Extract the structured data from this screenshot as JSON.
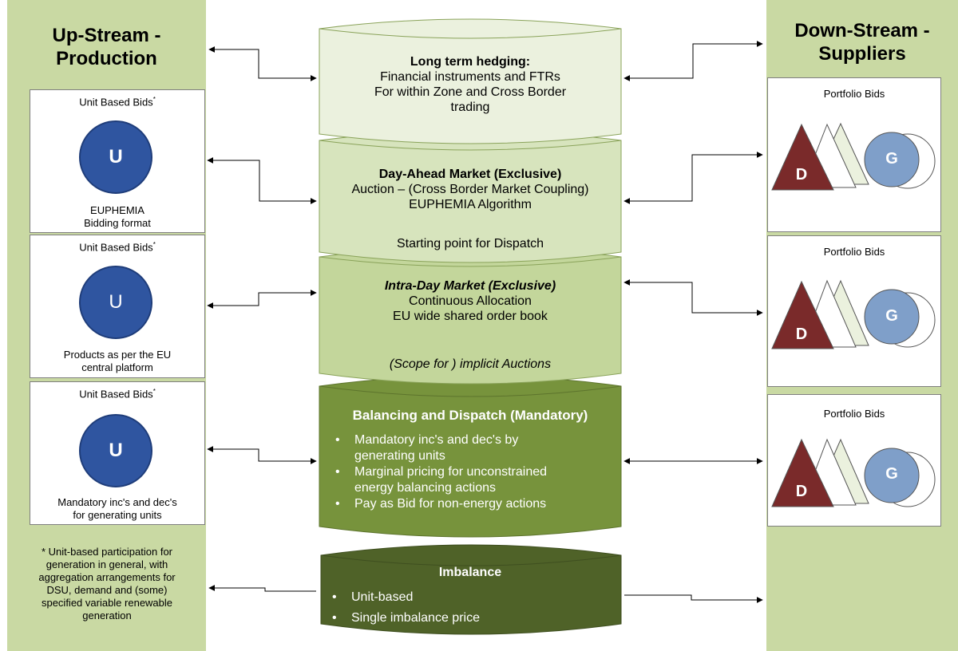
{
  "upstream": {
    "title_line1": "Up-Stream -",
    "title_line2": "Production",
    "boxes": [
      {
        "heading": "Unit Based Bids",
        "marker": "*",
        "glyph": "U",
        "footer_line1": "EUPHEMIA",
        "footer_line2": "Bidding format"
      },
      {
        "heading": "Unit Based Bids",
        "marker": "*",
        "glyph": "U",
        "footer_line1": "Products as per the EU",
        "footer_line2": "central platform"
      },
      {
        "heading": "Unit Based Bids",
        "marker": "*",
        "glyph": "U",
        "footer_line1": "Mandatory inc's and dec's",
        "footer_line2": "for generating units"
      }
    ],
    "note_lines": [
      "* Unit-based participation for",
      "generation in general, with",
      "aggregation arrangements for",
      "DSU, demand and (some)",
      "specified variable renewable",
      "generation"
    ]
  },
  "downstream": {
    "title_line1": "Down-Stream -",
    "title_line2": "Suppliers",
    "boxes": [
      {
        "heading": "Portfolio Bids",
        "triangle_glyph": "D",
        "circle_glyph": "G"
      },
      {
        "heading": "Portfolio Bids",
        "triangle_glyph": "D",
        "circle_glyph": "G"
      },
      {
        "heading": "Portfolio Bids",
        "triangle_glyph": "D",
        "circle_glyph": "G"
      }
    ]
  },
  "tiers": {
    "hedging": {
      "title": "Long term hedging:",
      "line1": "Financial instruments and FTRs",
      "line2": "For within Zone and Cross Border",
      "line3": "trading"
    },
    "day_ahead": {
      "title": "Day-Ahead Market (Exclusive)",
      "line1": "Auction – (Cross Border Market Coupling)",
      "line2": "EUPHEMIA Algorithm",
      "line3": "Starting point for Dispatch"
    },
    "intraday": {
      "title": "Intra-Day Market (Exclusive)",
      "line1": "Continuous Allocation",
      "line2": "EU wide shared order book",
      "line3": "(Scope for ) implicit  Auctions"
    },
    "balancing": {
      "title": "Balancing and Dispatch (Mandatory)",
      "bullets": [
        "Mandatory inc's and dec's by",
        "generating units",
        "Marginal pricing for unconstrained",
        "energy balancing actions",
        "Pay as Bid for non-energy actions"
      ]
    },
    "imbalance": {
      "title": "Imbalance",
      "bullets": [
        "Unit-based",
        "Single imbalance price"
      ]
    }
  },
  "colors": {
    "side_panel": "#c9d9a3",
    "hedging": "#ebf1de",
    "day_ahead": "#d7e4bd",
    "intraday": "#c3d69b",
    "balancing": "#77933c",
    "imbalance": "#4f6228",
    "unit_circle": "#2f55a0",
    "demand_triangle": "#7a2a2a",
    "generation_circle": "#7f9fc9"
  }
}
